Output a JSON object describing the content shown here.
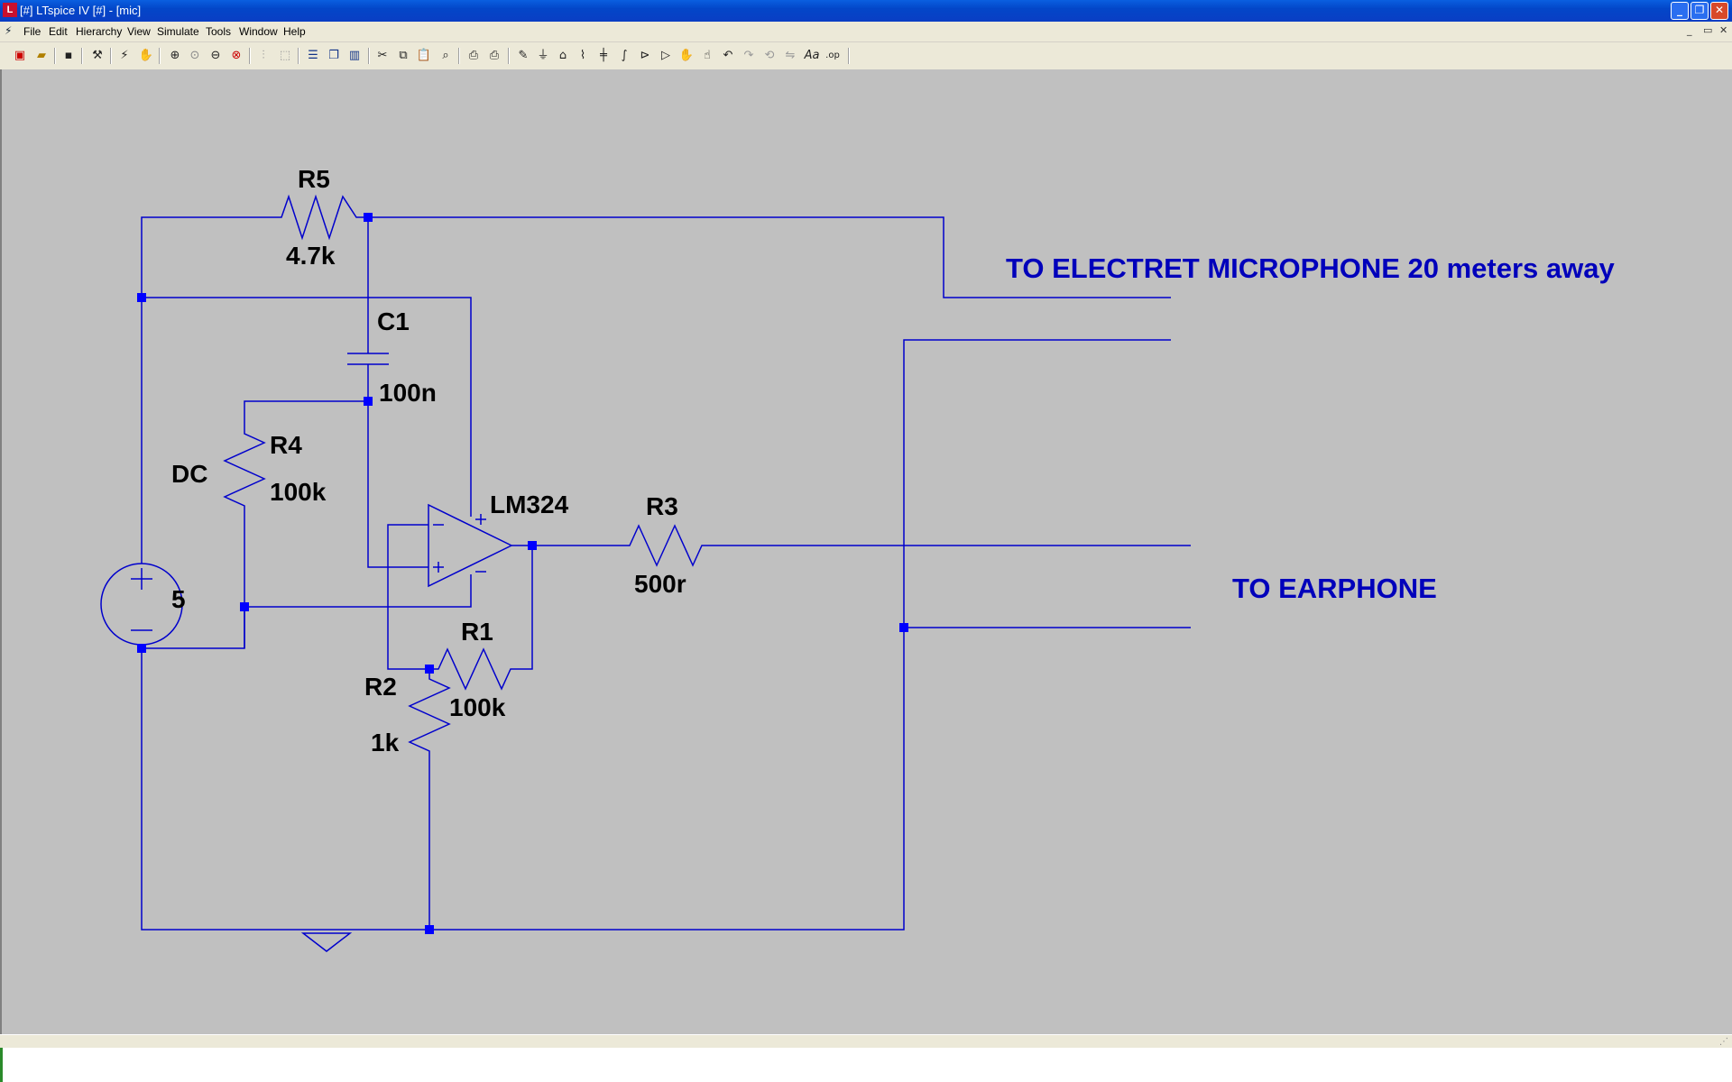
{
  "window": {
    "title": "[#] LTspice IV [#] - [mic]",
    "app_icon": "ltspice-icon",
    "buttons": [
      "minimize",
      "restore",
      "close"
    ]
  },
  "menubar": {
    "items": [
      "File",
      "Edit",
      "Hierarchy",
      "View",
      "Simulate",
      "Tools",
      "Window",
      "Help"
    ],
    "mdi_controls": [
      "_",
      "▭",
      "✕"
    ]
  },
  "toolbar": {
    "icons": [
      "new-schematic-icon",
      "open-icon",
      "save-icon",
      "control-panel-icon",
      "run-icon",
      "halt-icon",
      "zoom-in-icon",
      "zoom-fit-icon",
      "zoom-out-icon",
      "zoom-cancel-icon",
      "autoscale-icon",
      "zoom-full-icon",
      "tile-horizontal-icon",
      "cascade-icon",
      "tile-vertical-icon",
      "cut-icon",
      "copy-icon",
      "paste-icon",
      "find-icon",
      "print-setup-icon",
      "print-icon",
      "wire-icon",
      "ground-icon",
      "label-net-icon",
      "resistor-icon",
      "capacitor-icon",
      "inductor-icon",
      "diode-icon",
      "component-icon",
      "move-icon",
      "drag-icon",
      "undo-icon",
      "redo-icon",
      "rotate-icon",
      "mirror-icon",
      "text-icon",
      "spice-directive-icon"
    ]
  },
  "schematic": {
    "colors": {
      "wire": "#0000cc",
      "junction": "#0000ff",
      "text": "#000000",
      "comment": "#0000bb",
      "background": "#c0c0c0"
    },
    "components": [
      {
        "ref": "R5",
        "value": "4.7k"
      },
      {
        "ref": "C1",
        "value": "100n"
      },
      {
        "ref": "R4",
        "value": "100k"
      },
      {
        "ref": "DC",
        "value": "5"
      },
      {
        "ref": "LM324",
        "value": ""
      },
      {
        "ref": "R3",
        "value": "500r"
      },
      {
        "ref": "R1",
        "value": "100k"
      },
      {
        "ref": "R2",
        "value": "1k"
      }
    ],
    "comments": [
      "TO ELECTRET MICROPHONE 20 meters away",
      "TO EARPHONE"
    ]
  }
}
